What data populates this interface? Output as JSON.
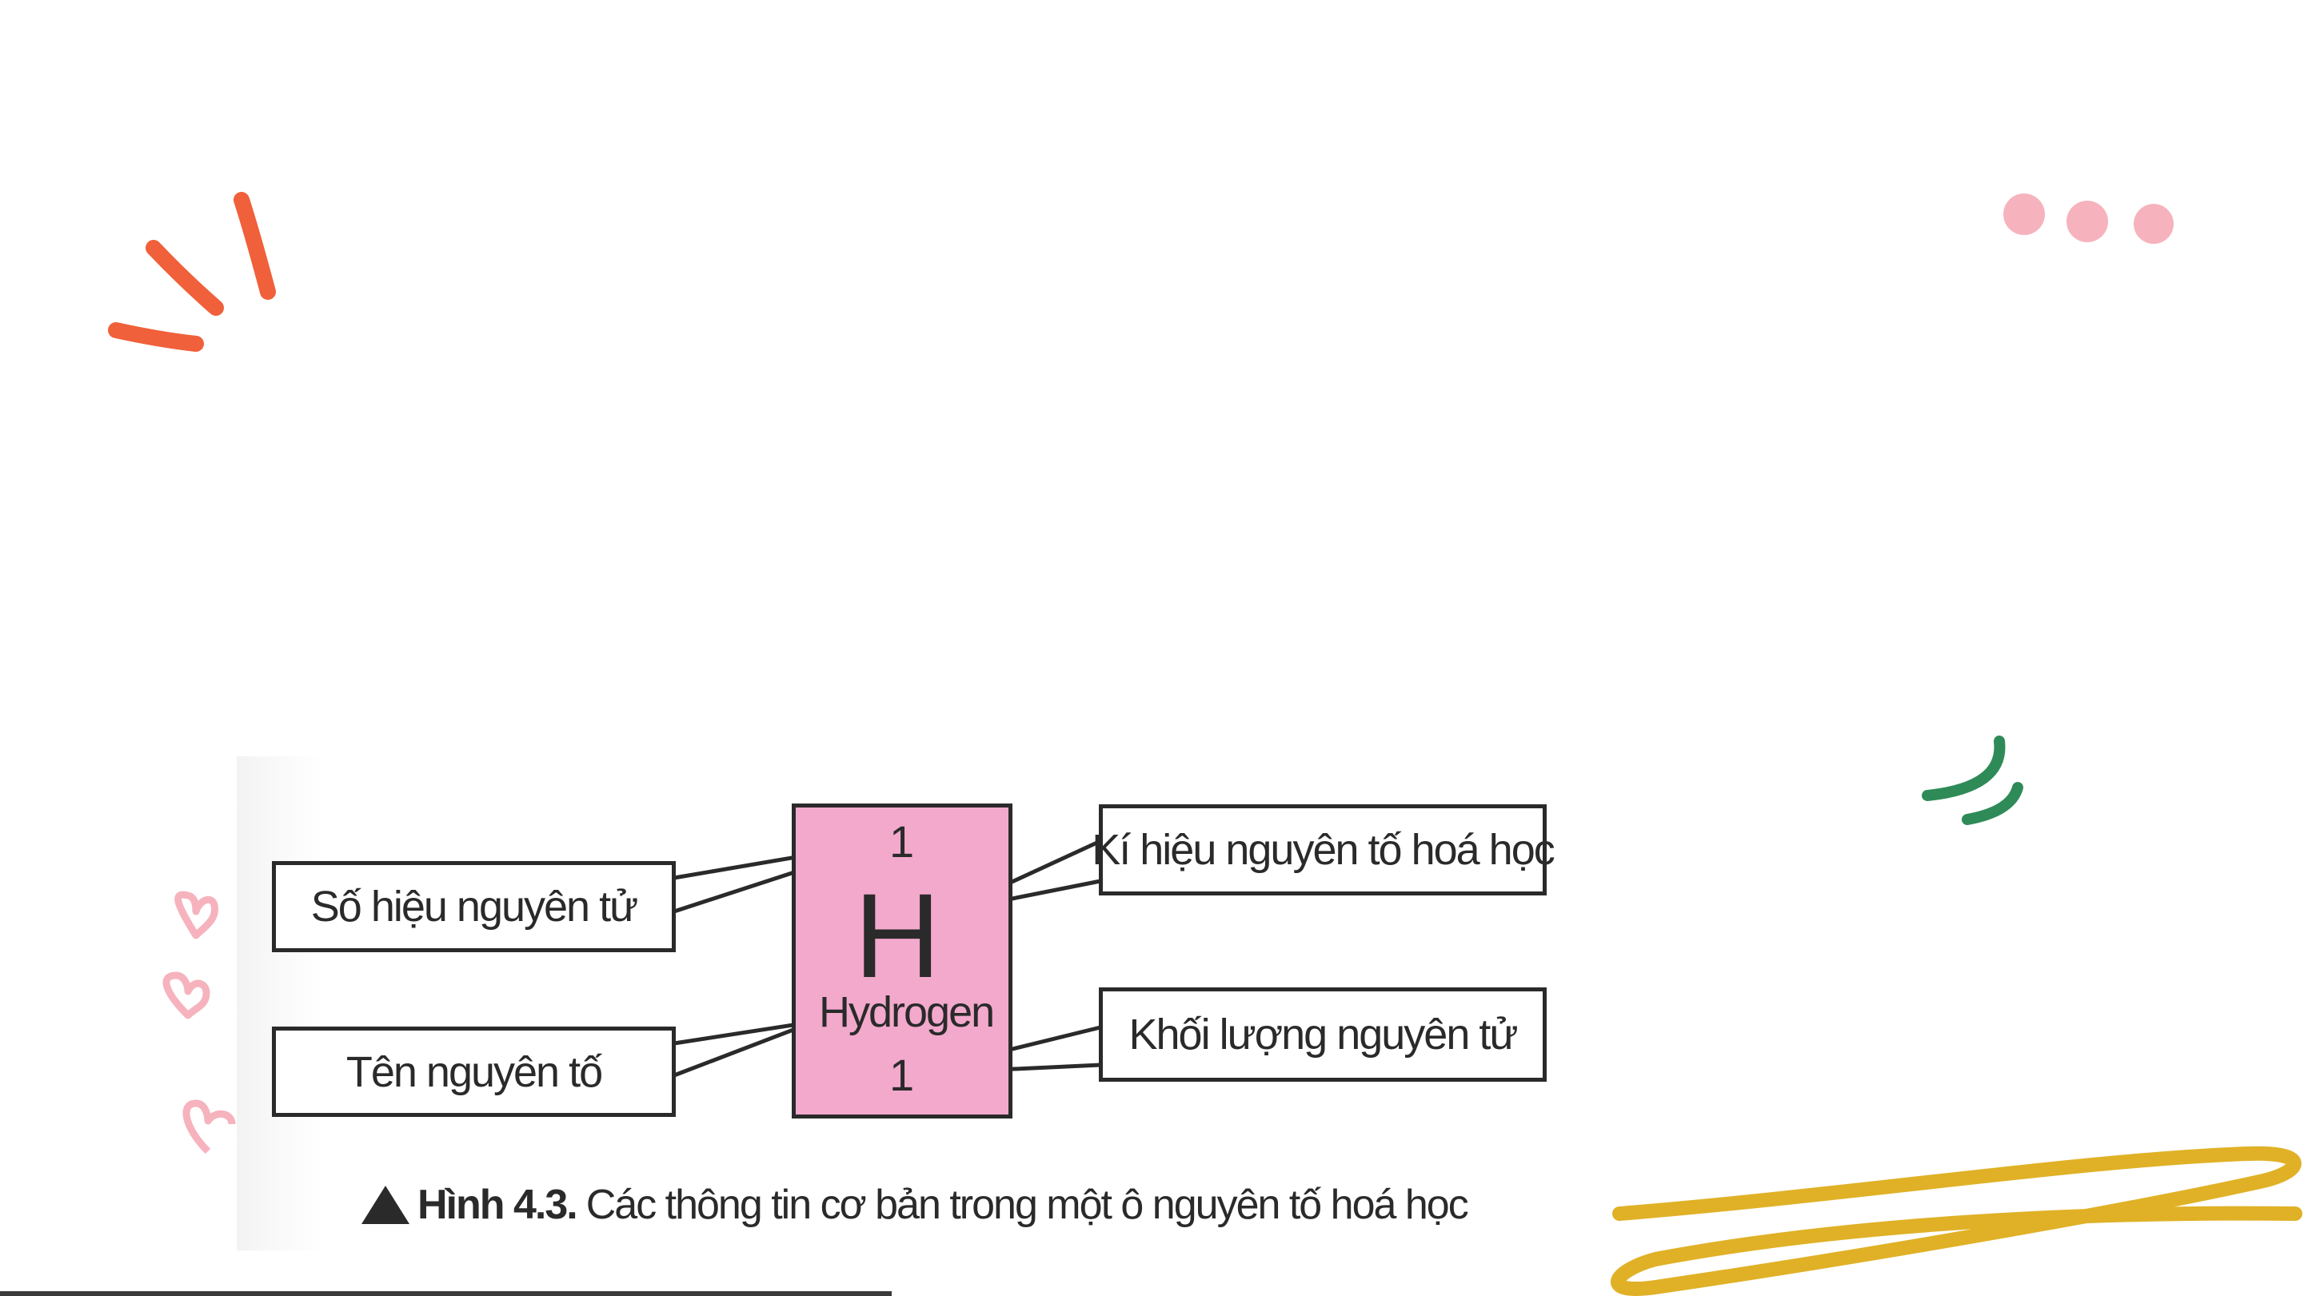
{
  "colors": {
    "cell_fill": "#f2a9cc",
    "ink": "#2a2a2a",
    "accent_orange": "#f0603a",
    "accent_pink": "#f6b3bd",
    "accent_green": "#2e8b57",
    "accent_yellow": "#e0b126"
  },
  "element_cell": {
    "atomic_number": "1",
    "symbol": "H",
    "name": "Hydrogen",
    "atomic_mass": "1"
  },
  "labels": {
    "atomic_number": "Số hiệu nguyên tử",
    "element_name": "Tên nguyên tố",
    "symbol": "Kí hiệu nguyên tố hoá học",
    "atomic_mass": "Khối lượng nguyên tử"
  },
  "caption": {
    "prefix": "Hình 4.3.",
    "text": "Các thông tin cơ bản trong một ô nguyên tố hoá học"
  },
  "decorations": [
    "orange-burst-icon",
    "pink-dots-icon",
    "green-swoosh-icon",
    "pink-hearts-icon",
    "yellow-scribble-icon"
  ]
}
